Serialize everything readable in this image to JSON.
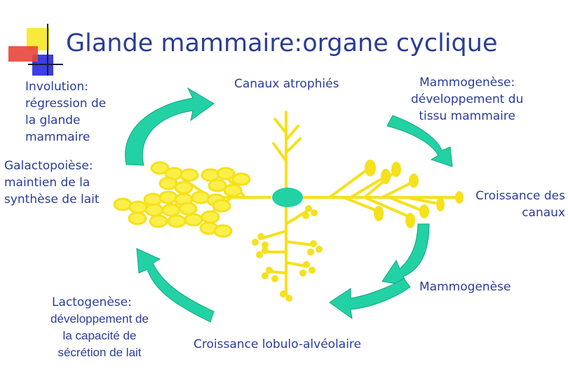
{
  "title": "Glande mammaire:organe cyclique",
  "labels": {
    "involution": "Involution:\nrégression de\nla glande\nmammaire",
    "canaux_atrophies": "Canaux atrophiés",
    "mammogenese_top": "Mammogenèse:\ndéveloppement du\ntissu mammaire",
    "galactopoiese": "Galactopoièse:\nmaintien de la\nsynthèse de lait",
    "croissance_canaux": "Croissance des\ncanaux",
    "mammogenese": "Mammogenèse",
    "lactogenese_head": "Lactogenèse:",
    "lactogenese_body": "développement de\nla capacité de\nsécrétion de lait",
    "croissance_lobulo": "Croissance lobulo-alvéolaire"
  },
  "colors": {
    "title": "#2b3d97",
    "arrow": "#22d1a4",
    "gland": "#f5e11c",
    "nipple": "#22d1a4",
    "deco_yellow": "#f7ea3a",
    "deco_red": "#e8463a",
    "deco_blue": "#3d3fe0"
  }
}
